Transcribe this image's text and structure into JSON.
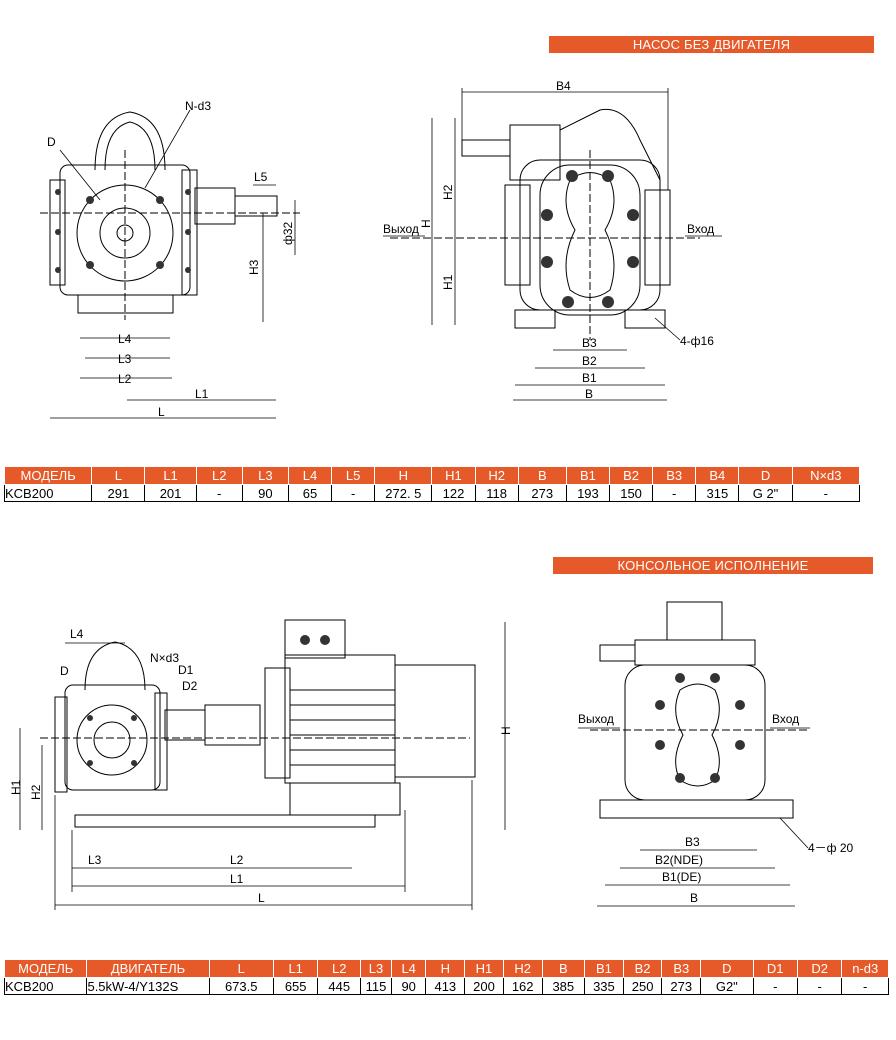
{
  "sections": [
    {
      "title": "НАСОС БЕЗ ДВИГАТЕЛЯ"
    },
    {
      "title": "КОНСОЛЬНОЕ ИСПОЛНЕНИЕ"
    }
  ],
  "drawing1": {
    "labels": {
      "N": "N-d3",
      "D": "D",
      "L5": "L5",
      "phi": "ф32",
      "H3": "H3",
      "L4": "L4",
      "L3": "L3",
      "L2": "L2",
      "L1": "L1",
      "L": "L"
    }
  },
  "drawing2": {
    "labels": {
      "B4": "B4",
      "H2": "H2",
      "H": "H",
      "H1": "H1",
      "out": "Выход",
      "in": "Вход",
      "B3": "B3",
      "B2": "B2",
      "B1": "B1",
      "B": "B",
      "holes": "4-ф16"
    }
  },
  "drawing3": {
    "labels": {
      "L4": "L4",
      "N": "N×d3",
      "D": "D",
      "D1": "D1",
      "D2": "D2",
      "H1": "H1",
      "H2": "H2",
      "H": "H",
      "L3": "L3",
      "L2": "L2",
      "L1": "L1",
      "L": "L"
    }
  },
  "drawing4": {
    "labels": {
      "out": "Выход",
      "in": "Вход",
      "B3": "B3",
      "B2": "B2(NDE)",
      "B1": "B1(DE)",
      "B": "B",
      "holes": "4－ф 20"
    }
  },
  "table1": {
    "headers": [
      "МОДЕЛЬ",
      "L",
      "L1",
      "L2",
      "L3",
      "L4",
      "L5",
      "H",
      "H1",
      "H2",
      "B",
      "B1",
      "B2",
      "B3",
      "B4",
      "D",
      "N×d3"
    ],
    "rows": [
      [
        "KCB200",
        "291",
        "201",
        "-",
        "90",
        "65",
        "-",
        "272. 5",
        "122",
        "118",
        "273",
        "193",
        "150",
        "-",
        "315",
        "G 2\"",
        "-"
      ]
    ]
  },
  "table2": {
    "headers": [
      "МОДЕЛЬ",
      "ДВИГАТЕЛЬ",
      "L",
      "L1",
      "L2",
      "L3",
      "L4",
      "H",
      "H1",
      "H2",
      "B",
      "B1",
      "B2",
      "B3",
      "D",
      "D1",
      "D2",
      "n-d3"
    ],
    "rows": [
      [
        "KCB200",
        "5.5kW-4/Y132S",
        "673.5",
        "655",
        "445",
        "115",
        "90",
        "413",
        "200",
        "162",
        "385",
        "335",
        "250",
        "273",
        "G2\"",
        "-",
        "-",
        "-"
      ]
    ]
  },
  "colors": {
    "accent": "#e65a2a",
    "line": "#000000"
  }
}
